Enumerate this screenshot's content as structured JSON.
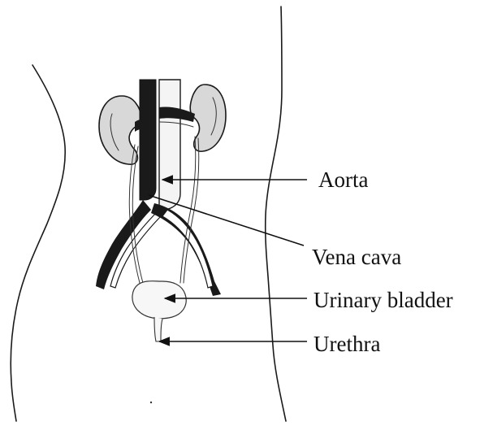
{
  "labels": {
    "aorta": "Aorta",
    "vena_cava": "Vena cava",
    "urinary_bladder": "Urinary bladder",
    "urethra": "Urethra"
  },
  "colors": {
    "ink": "#111111",
    "background": "#ffffff"
  }
}
